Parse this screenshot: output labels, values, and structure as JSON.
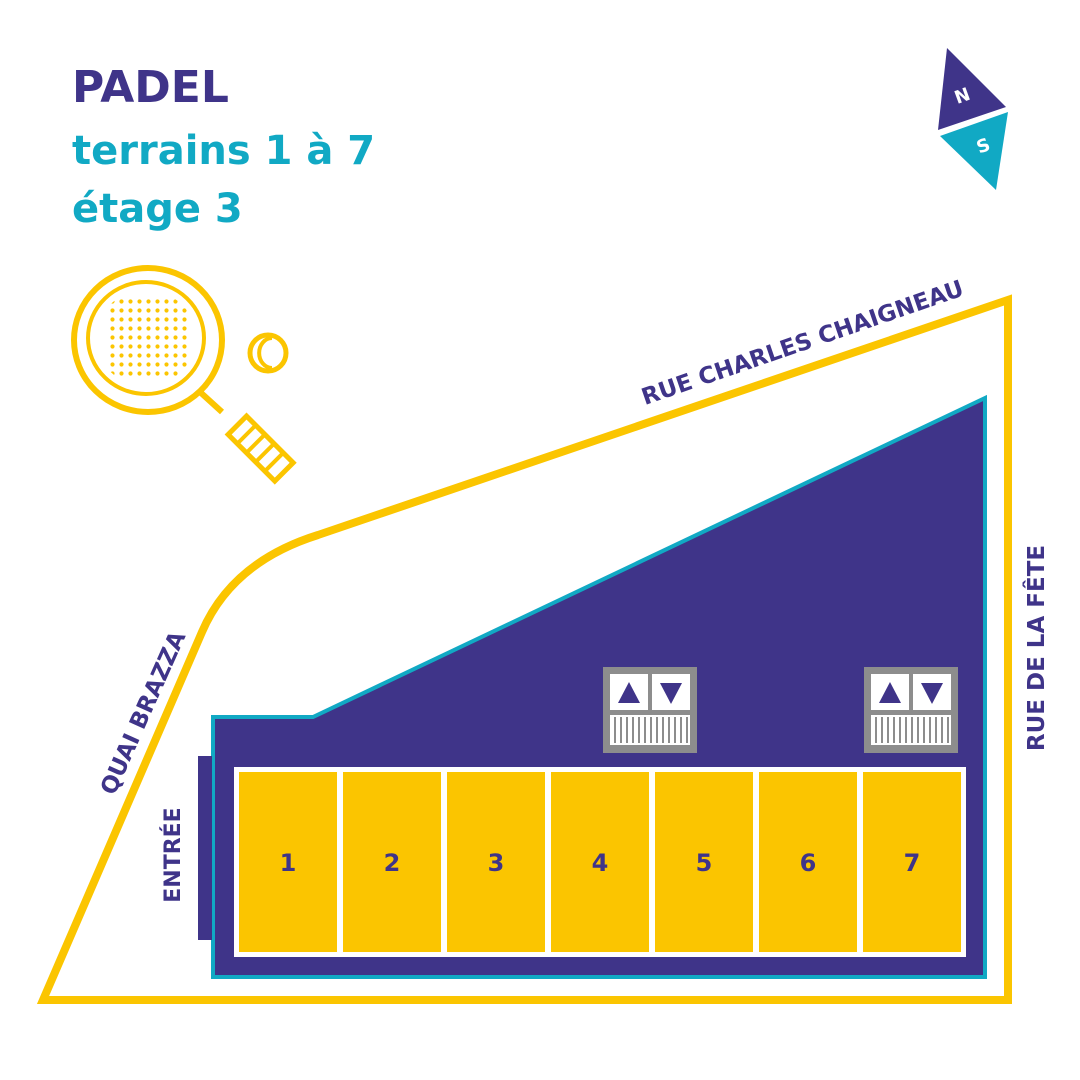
{
  "header": {
    "title": "PADEL",
    "line2": "terrains 1 à 7",
    "line3": "étage 3"
  },
  "compass": {
    "north": "N",
    "south": "S"
  },
  "streets": {
    "top": "RUE CHARLES CHAIGNEAU",
    "right": "RUE DE LA FÊTE",
    "left": "QUAI BRAZZA"
  },
  "entrance": "ENTRÉE",
  "courts": [
    "1",
    "2",
    "3",
    "4",
    "5",
    "6",
    "7"
  ],
  "icons": {
    "racket": "padel-racket-icon",
    "ball": "padel-ball-icon",
    "elevator": "elevator-icon",
    "compass": "compass-icon"
  },
  "colors": {
    "purple": "#3f3489",
    "teal": "#11a9c4",
    "yellow": "#fbc500",
    "gray": "#8d8d8d"
  }
}
